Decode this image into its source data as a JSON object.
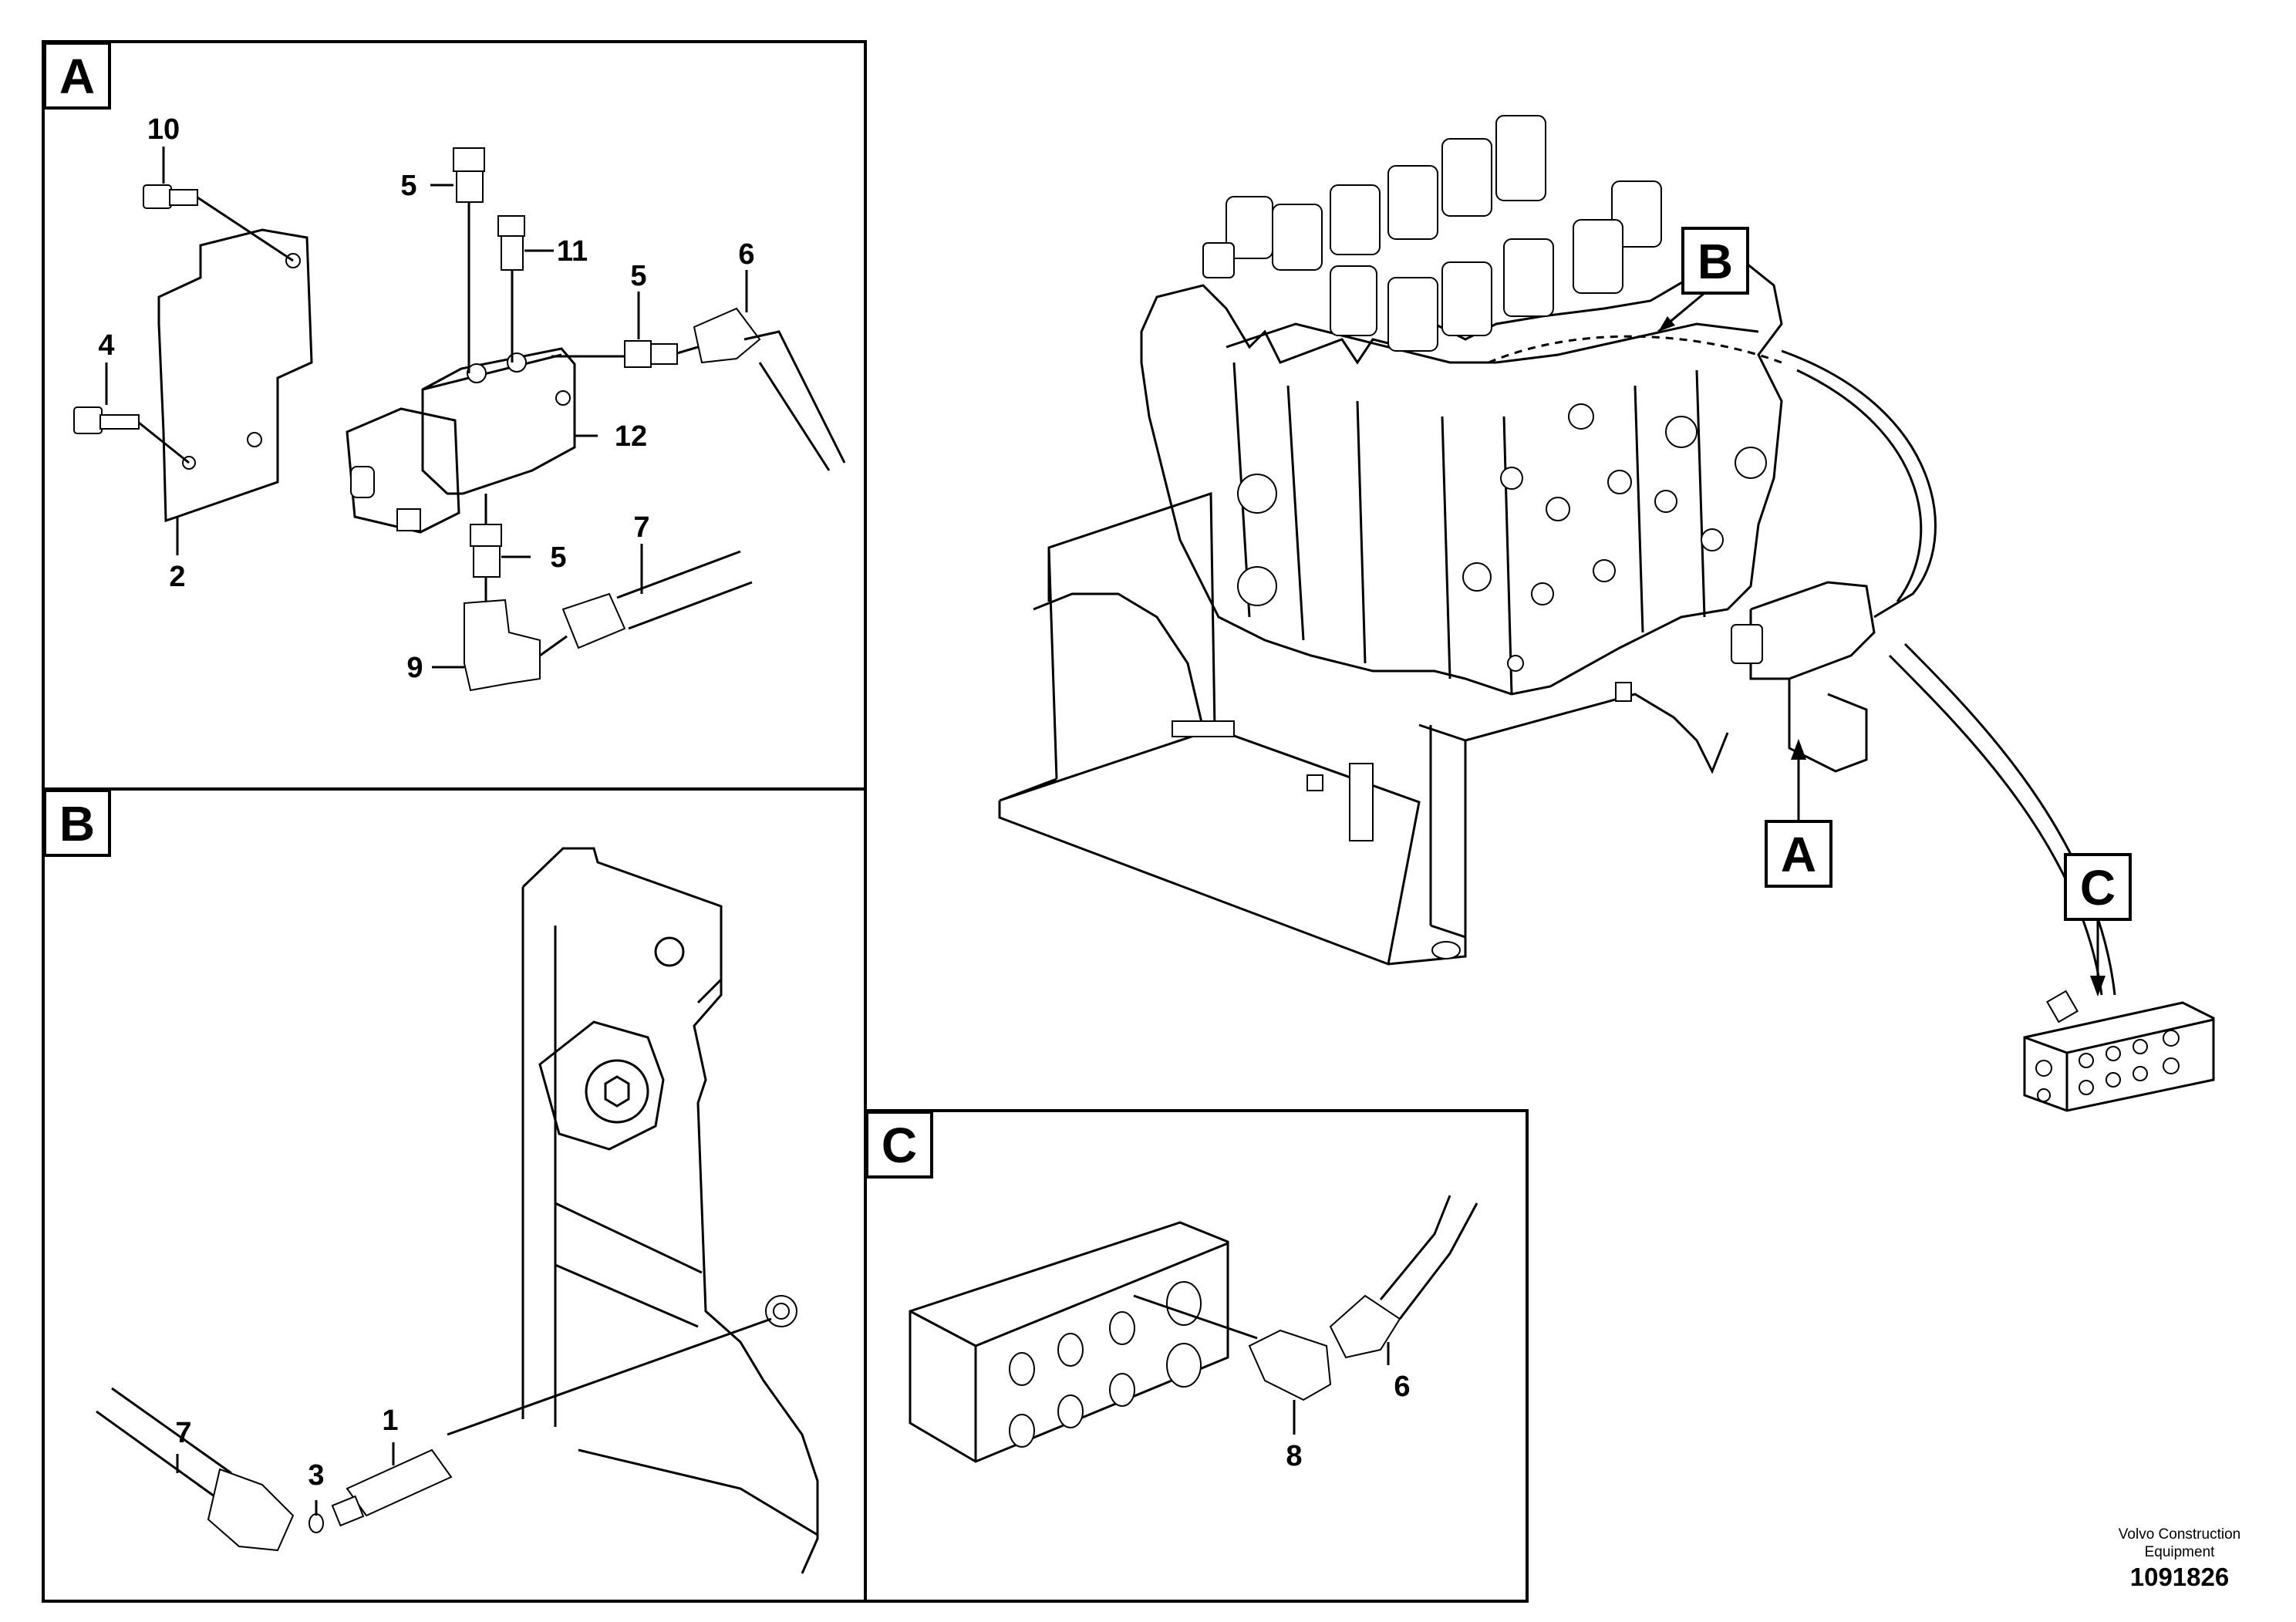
{
  "panels": {
    "a": {
      "tag": "A",
      "parts": {
        "p10": "10",
        "p5a": "5",
        "p11": "11",
        "p5b": "5",
        "p6": "6",
        "p4": "4",
        "p12": "12",
        "p7": "7",
        "p5c": "5",
        "p2": "2",
        "p9": "9"
      }
    },
    "b": {
      "tag": "B",
      "parts": {
        "p7": "7",
        "p3": "3",
        "p1": "1"
      }
    },
    "c": {
      "tag": "C",
      "parts": {
        "p6": "6",
        "p8": "8"
      }
    }
  },
  "main_view": {
    "callout_a": "A",
    "callout_b": "B",
    "callout_c": "C"
  },
  "footer": {
    "brand_line1": "Volvo Construction",
    "brand_line2": "Equipment",
    "drawing_number": "1091826"
  }
}
